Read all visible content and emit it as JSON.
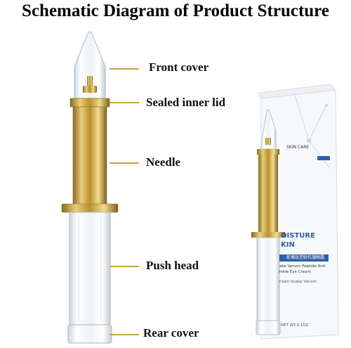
{
  "title": "Schematic Diagram of Product Structure",
  "labels": {
    "front_cover": "Front cover",
    "sealed_inner_lid": "Sealed inner lid",
    "needle": "Needle",
    "push_head": "Push head",
    "rear_cover": "Rear cover"
  },
  "box": {
    "category": "SKIN CARE",
    "brand_line1": "OISTURE",
    "brand_line2": "KIN",
    "cn_name": "蛇毒肽逆龄抗皱眼霜",
    "desc_line1": "ake Venom Peptide Anti",
    "desc_line2": "inkle Eye Cream",
    "ingredient": "ntain Snake Venom",
    "net_wt": "NET WT.0.1OZ"
  },
  "colors": {
    "gold": "#c9a13d",
    "box_blue": "#2f5fa8"
  }
}
